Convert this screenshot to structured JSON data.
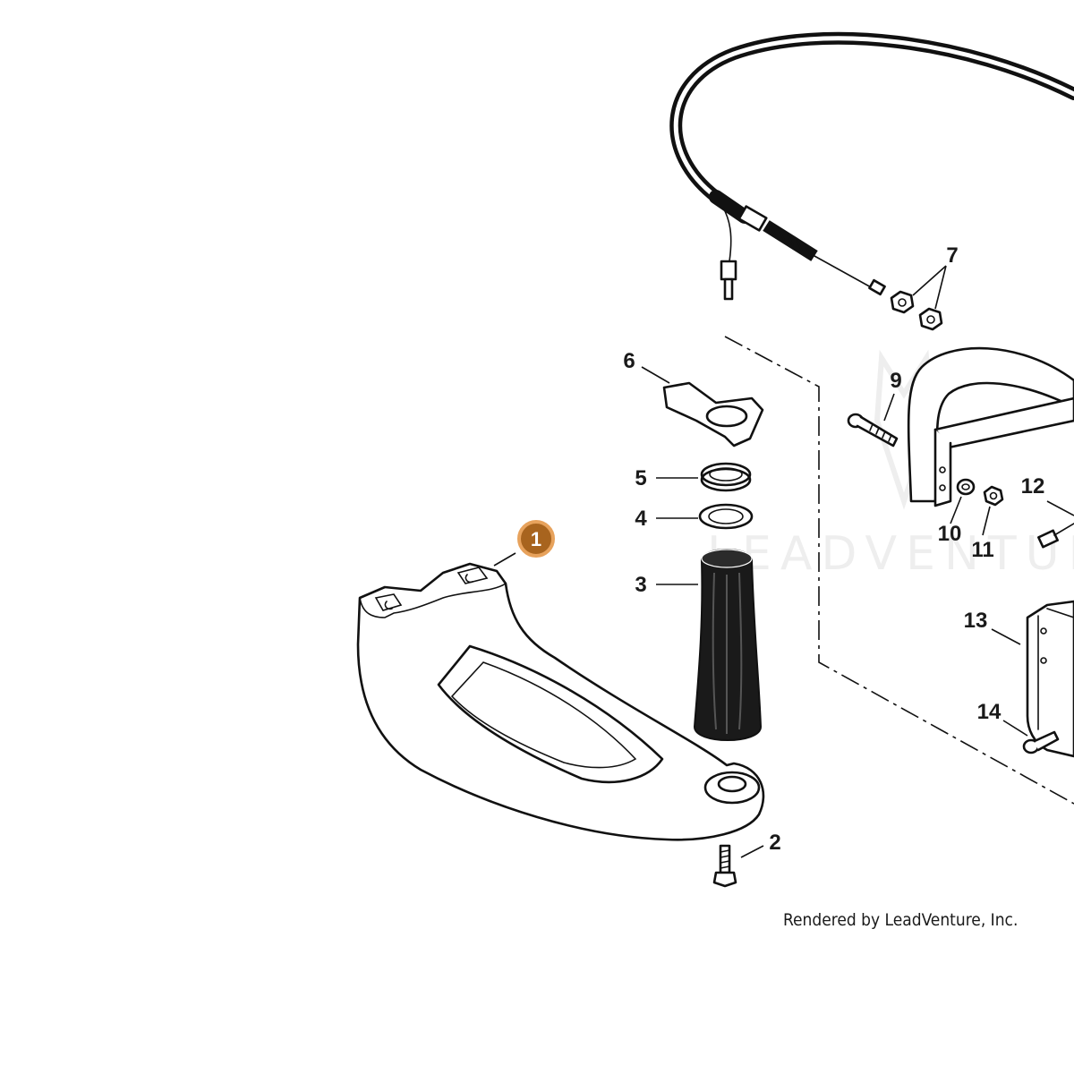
{
  "diagram": {
    "credit": "Rendered by LeadVenture, Inc.",
    "watermark": "LEADVENTURE",
    "highlighted_part": "1",
    "highlight_color": "#a8641e",
    "labels": {
      "p1": "1",
      "p2": "2",
      "p3": "3",
      "p4": "4",
      "p5": "5",
      "p6": "6",
      "p7": "7",
      "p9": "9",
      "p10": "10",
      "p11": "11",
      "p12": "12",
      "p13": "13",
      "p14": "14"
    }
  }
}
